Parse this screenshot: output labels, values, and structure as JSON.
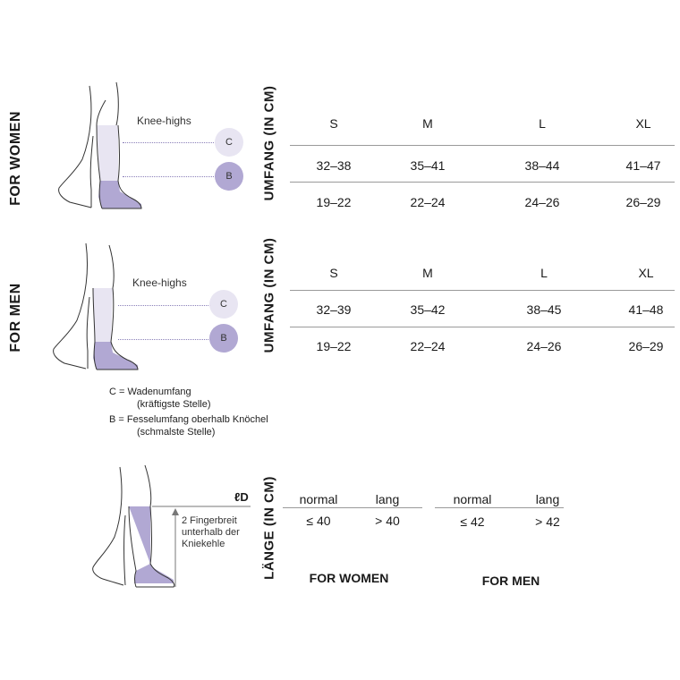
{
  "women": {
    "side_label": "FOR WOMEN",
    "umfang_label": "UMFANG (IN CM)",
    "knee_highs": "Knee-highs",
    "circle_c": "C",
    "circle_b": "B",
    "sizes": [
      "S",
      "M",
      "L",
      "XL"
    ],
    "row_c": [
      "32–38",
      "35–41",
      "38–44",
      "41–47"
    ],
    "row_b": [
      "19–22",
      "22–24",
      "24–26",
      "26–29"
    ]
  },
  "men": {
    "side_label": "FOR MEN",
    "umfang_label": "UMFANG (IN CM)",
    "knee_highs": "Knee-highs",
    "circle_c": "C",
    "circle_b": "B",
    "sizes": [
      "S",
      "M",
      "L",
      "XL"
    ],
    "row_c": [
      "32–39",
      "35–42",
      "38–45",
      "41–48"
    ],
    "row_b": [
      "19–22",
      "22–24",
      "24–26",
      "26–29"
    ]
  },
  "legend": {
    "c_line1": "C = Wadenumfang",
    "c_line2": "(kräftigste Stelle)",
    "b_line1": "B = Fesselumfang oberhalb Knöchel",
    "b_line2": "(schmalste Stelle)"
  },
  "length": {
    "vertical_label": "LÄNGE (IN CM)",
    "ld_label": "ℓD",
    "note_line1": "2 Fingerbreit",
    "note_line2": "unterhalb der",
    "note_line3": "Kniekehle",
    "women": {
      "headers": [
        "normal",
        "lang"
      ],
      "values": [
        "≤ 40",
        "> 40"
      ],
      "footer": "FOR WOMEN"
    },
    "men": {
      "headers": [
        "normal",
        "lang"
      ],
      "values": [
        "≤ 42",
        "> 42"
      ],
      "footer": "FOR MEN"
    }
  },
  "colors": {
    "sock_light": "#e8e5f2",
    "sock_dark": "#b1a8d3",
    "line": "#9a9a9a"
  }
}
